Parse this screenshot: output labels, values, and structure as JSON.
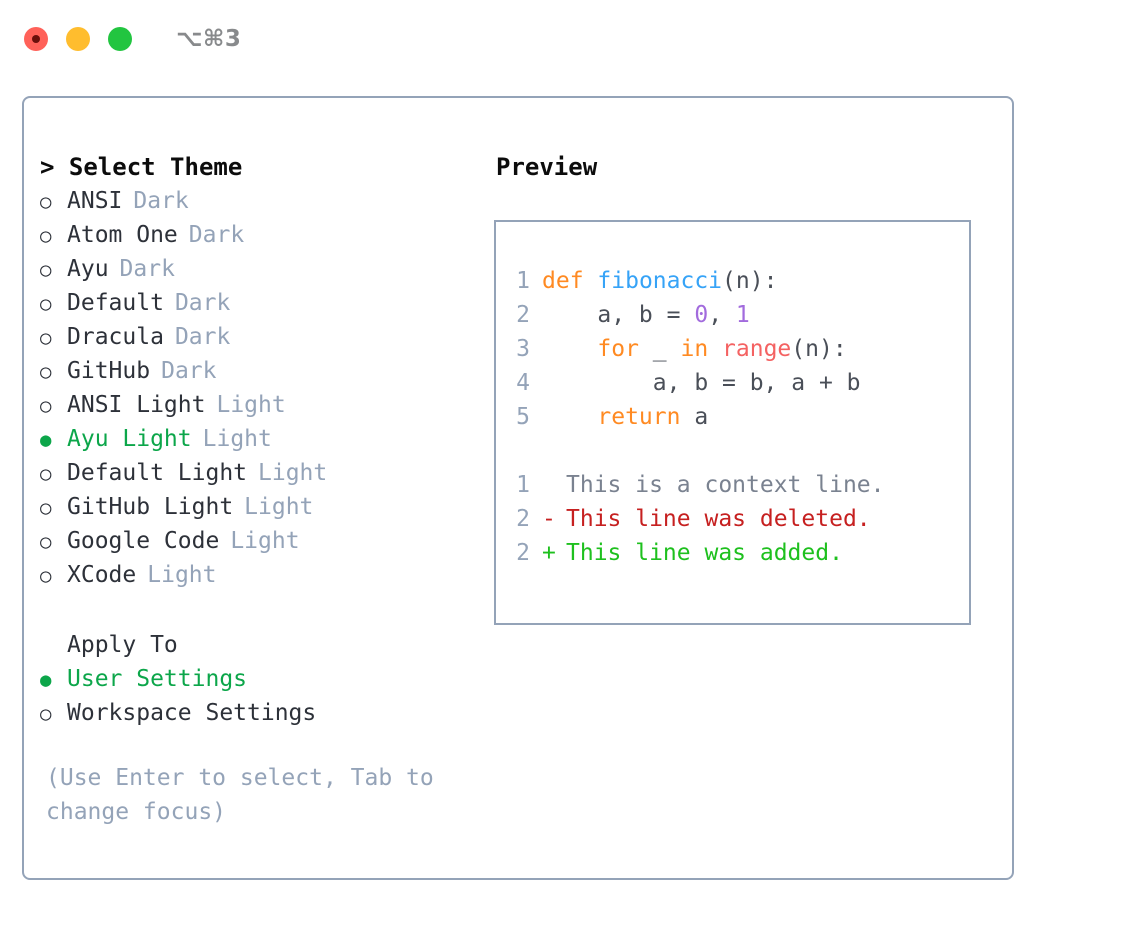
{
  "titlebar": {
    "shortcut": "⌥⌘3",
    "lights": [
      {
        "name": "close",
        "color": "#ff6159"
      },
      {
        "name": "minimize",
        "color": "#ffbd2e"
      },
      {
        "name": "maximize",
        "color": "#22c540"
      }
    ]
  },
  "theme_picker": {
    "header": "> Select Theme",
    "marker_unselected": "○",
    "marker_selected": "●",
    "themes": [
      {
        "name": "ANSI",
        "variant": "Dark",
        "selected": false
      },
      {
        "name": "Atom One",
        "variant": "Dark",
        "selected": false
      },
      {
        "name": "Ayu",
        "variant": "Dark",
        "selected": false
      },
      {
        "name": "Default",
        "variant": "Dark",
        "selected": false
      },
      {
        "name": "Dracula",
        "variant": "Dark",
        "selected": false
      },
      {
        "name": "GitHub",
        "variant": "Dark",
        "selected": false
      },
      {
        "name": "ANSI Light",
        "variant": "Light",
        "selected": false
      },
      {
        "name": "Ayu Light",
        "variant": "Light",
        "selected": true
      },
      {
        "name": "Default Light",
        "variant": "Light",
        "selected": false
      },
      {
        "name": "GitHub Light",
        "variant": "Light",
        "selected": false
      },
      {
        "name": "Google Code",
        "variant": "Light",
        "selected": false
      },
      {
        "name": "XCode",
        "variant": "Light",
        "selected": false
      }
    ]
  },
  "apply_to": {
    "header": "Apply To",
    "options": [
      {
        "name": "User Settings",
        "selected": true
      },
      {
        "name": "Workspace Settings",
        "selected": false
      }
    ]
  },
  "hint": "(Use Enter to select, Tab to change focus)",
  "preview": {
    "title": "Preview",
    "code_lines": [
      {
        "n": "1",
        "tokens": [
          {
            "t": "def",
            "c": "kw"
          },
          {
            "t": " ",
            "c": "pl"
          },
          {
            "t": "fibonacci",
            "c": "fn"
          },
          {
            "t": "(n):",
            "c": "pl"
          }
        ]
      },
      {
        "n": "2",
        "tokens": [
          {
            "t": "    a, b = ",
            "c": "pl"
          },
          {
            "t": "0",
            "c": "num"
          },
          {
            "t": ", ",
            "c": "pl"
          },
          {
            "t": "1",
            "c": "num"
          }
        ]
      },
      {
        "n": "3",
        "tokens": [
          {
            "t": "    ",
            "c": "pl"
          },
          {
            "t": "for",
            "c": "kw"
          },
          {
            "t": " _ ",
            "c": "pl"
          },
          {
            "t": "in",
            "c": "kw"
          },
          {
            "t": " ",
            "c": "pl"
          },
          {
            "t": "range",
            "c": "bi"
          },
          {
            "t": "(n):",
            "c": "pl"
          }
        ]
      },
      {
        "n": "4",
        "tokens": [
          {
            "t": "        a, b = b, a + b",
            "c": "pl"
          }
        ]
      },
      {
        "n": "5",
        "tokens": [
          {
            "t": "    ",
            "c": "pl"
          },
          {
            "t": "return",
            "c": "kw"
          },
          {
            "t": " a",
            "c": "pl"
          }
        ]
      }
    ],
    "diff_lines": [
      {
        "n": "1",
        "mark": " ",
        "text": "This is a context line.",
        "kind": "ctx"
      },
      {
        "n": "2",
        "mark": "-",
        "text": "This line was deleted.",
        "kind": "del"
      },
      {
        "n": "2",
        "mark": "+",
        "text": "This line was added.",
        "kind": "add"
      }
    ]
  },
  "colors": {
    "accent_green": "#0ca64a",
    "muted": "#94a3b8",
    "border": "#94a3b8",
    "keyword": "#ff8a22",
    "function": "#36a3f7",
    "builtin": "#f46262",
    "number": "#a26bdd",
    "diff_add": "#1ec01e",
    "diff_del": "#c62020"
  }
}
